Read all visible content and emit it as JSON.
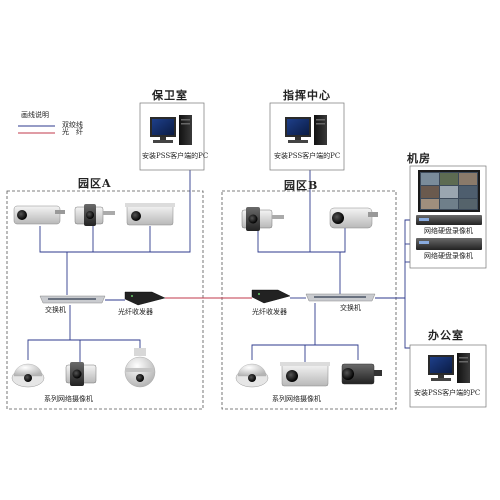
{
  "legend": {
    "title": "画线说明",
    "items": [
      {
        "label": "双绞线",
        "color": "#2e3a8c"
      },
      {
        "label": "光　纤",
        "color": "#c0394b"
      }
    ]
  },
  "nodes": {
    "security_room": {
      "title": "保卫室",
      "caption": "安装PSS客户端的PC"
    },
    "command_center": {
      "title": "指挥中心",
      "caption": "安装PSS客户端的PC"
    },
    "machine_room": {
      "title": "机房",
      "nvr_label": "网络硬盘录像机"
    },
    "office": {
      "title": "办公室",
      "caption": "安装PSS客户端的PC"
    }
  },
  "zones": {
    "zone_a": {
      "title": "园区A",
      "switch_label": "交换机",
      "transceiver_label": "光纤收发器",
      "cameras_label": "系列网络摄像机"
    },
    "zone_b": {
      "title": "园区B",
      "switch_label": "交换机",
      "transceiver_label": "光纤收发器",
      "cameras_label": "系列网络摄像机"
    }
  },
  "colors": {
    "twisted_pair": "#2e3a8c",
    "fiber": "#c0394b",
    "zone_border": "#555555"
  }
}
